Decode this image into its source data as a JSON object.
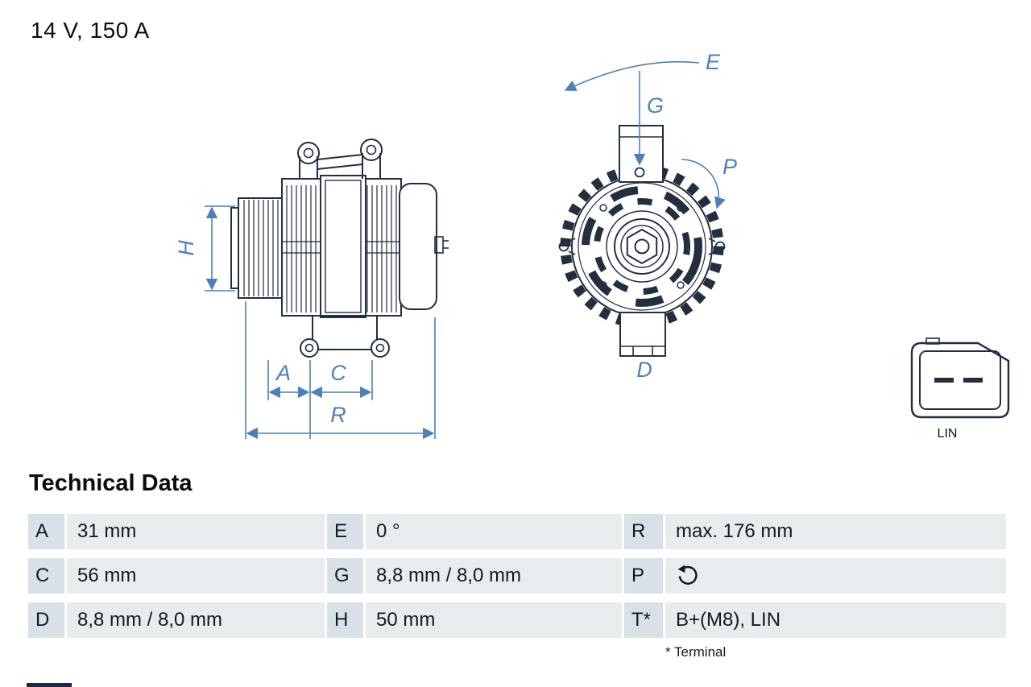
{
  "title": "14 V, 150 A",
  "figure": {
    "dim_labels": {
      "H": "H",
      "A": "A",
      "C": "C",
      "R": "R",
      "E": "E",
      "G": "G",
      "P": "P",
      "D": "D"
    },
    "connector_label": "LIN"
  },
  "technical_data": {
    "heading": "Technical Data",
    "rows": [
      {
        "c1": {
          "key": "A",
          "value": "31 mm"
        },
        "c2": {
          "key": "E",
          "value": "0 °"
        },
        "c3": {
          "key": "R",
          "value": "max. 176 mm"
        }
      },
      {
        "c1": {
          "key": "C",
          "value": "56 mm"
        },
        "c2": {
          "key": "G",
          "value": "8,8 mm / 8,0 mm"
        },
        "c3": {
          "key": "P",
          "value": "",
          "icon": "rotation-direction-icon"
        }
      },
      {
        "c1": {
          "key": "D",
          "value": "8,8 mm / 8,0 mm"
        },
        "c2": {
          "key": "H",
          "value": "50 mm"
        },
        "c3": {
          "key": "T*",
          "value": "B+(M8), LIN"
        }
      }
    ],
    "footnote": "* Terminal"
  },
  "colors": {
    "drawing_line": "#232e3f",
    "dimension_blue": "#4f7fba",
    "key_cell_bg": "#d9e1e7",
    "value_cell_bg": "#e7ecef"
  }
}
